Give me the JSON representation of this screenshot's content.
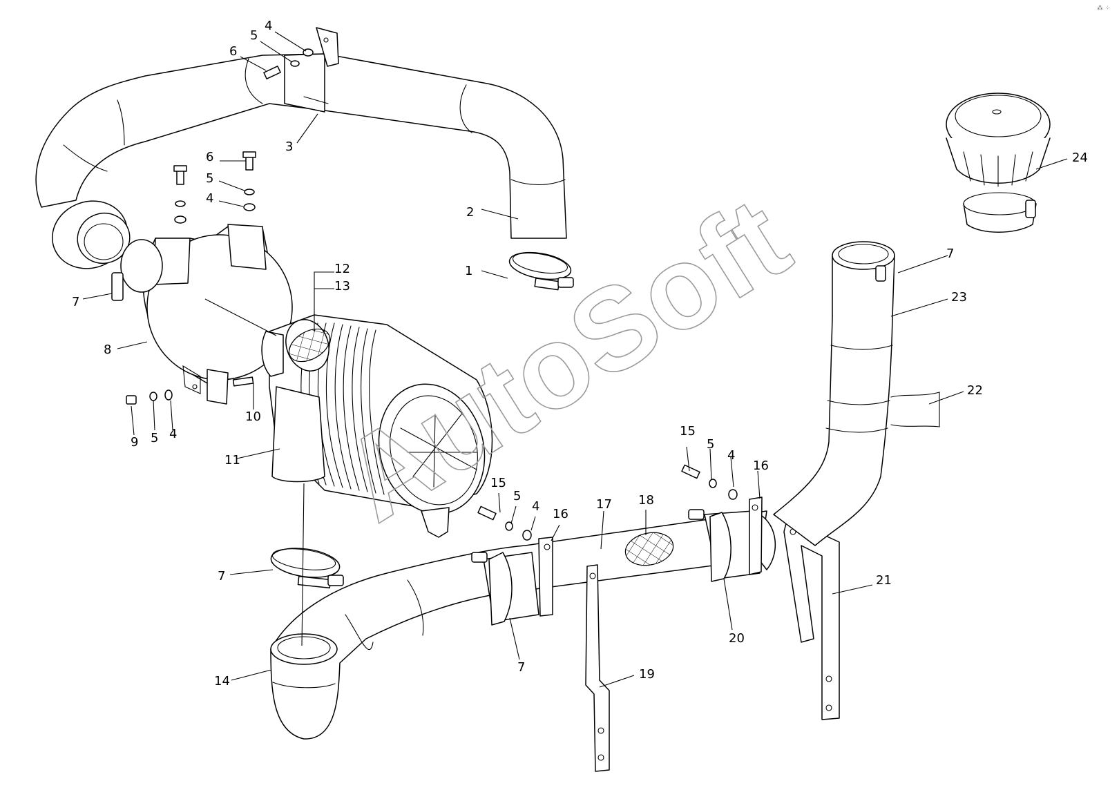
{
  "watermark": "AutoSoft",
  "corner_mark": "⁂ ⁘",
  "callouts": [
    {
      "id": "c1",
      "text": "1"
    },
    {
      "id": "c2",
      "text": "2"
    },
    {
      "id": "c3",
      "text": "3"
    },
    {
      "id": "c4a",
      "text": "4"
    },
    {
      "id": "c5a",
      "text": "5"
    },
    {
      "id": "c6a",
      "text": "6"
    },
    {
      "id": "c6b",
      "text": "6"
    },
    {
      "id": "c5b",
      "text": "5"
    },
    {
      "id": "c4b",
      "text": "4"
    },
    {
      "id": "c7a",
      "text": "7"
    },
    {
      "id": "c8",
      "text": "8"
    },
    {
      "id": "c9",
      "text": "9"
    },
    {
      "id": "c5c",
      "text": "5"
    },
    {
      "id": "c4c",
      "text": "4"
    },
    {
      "id": "c10",
      "text": "10"
    },
    {
      "id": "c11",
      "text": "11"
    },
    {
      "id": "c12",
      "text": "12"
    },
    {
      "id": "c13",
      "text": "13"
    },
    {
      "id": "c7b",
      "text": "7"
    },
    {
      "id": "c14",
      "text": "14"
    },
    {
      "id": "c7c",
      "text": "7"
    },
    {
      "id": "c15a",
      "text": "15"
    },
    {
      "id": "c5d",
      "text": "5"
    },
    {
      "id": "c4d",
      "text": "4"
    },
    {
      "id": "c16a",
      "text": "16"
    },
    {
      "id": "c17",
      "text": "17"
    },
    {
      "id": "c18",
      "text": "18"
    },
    {
      "id": "c19",
      "text": "19"
    },
    {
      "id": "c15b",
      "text": "15"
    },
    {
      "id": "c5e",
      "text": "5"
    },
    {
      "id": "c4e",
      "text": "4"
    },
    {
      "id": "c16b",
      "text": "16"
    },
    {
      "id": "c20",
      "text": "20"
    },
    {
      "id": "c21",
      "text": "21"
    },
    {
      "id": "c22",
      "text": "22"
    },
    {
      "id": "c23",
      "text": "23"
    },
    {
      "id": "c7d",
      "text": "7"
    },
    {
      "id": "c24",
      "text": "24"
    }
  ]
}
